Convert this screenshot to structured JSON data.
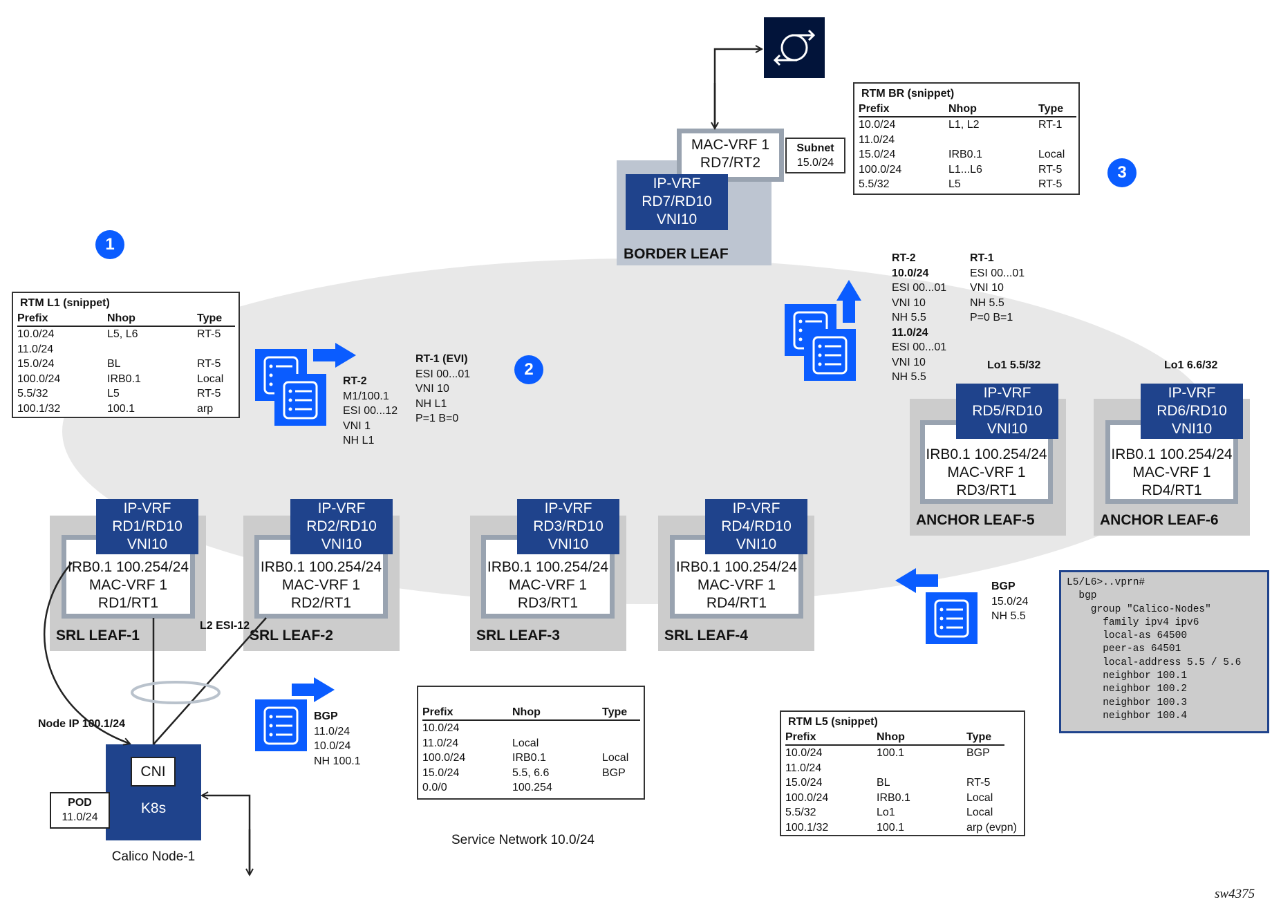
{
  "border_leaf": {
    "label": "BORDER LEAF",
    "mac_vrf": [
      "MAC-VRF 1",
      "RD7/RT2"
    ],
    "ip_vrf": [
      "IP-VRF",
      "RD7/RD10",
      "VNI10"
    ],
    "subnet_title": "Subnet",
    "subnet_value": "15.0/24"
  },
  "gateway_icon": "router-sync-icon",
  "badges": [
    "1",
    "2",
    "3"
  ],
  "srl_leaves": [
    {
      "label": "SRL LEAF-1",
      "ip_vrf": [
        "IP-VRF",
        "RD1/RD10",
        "VNI10"
      ],
      "inner": [
        "IRB0.1 100.254/24",
        "MAC-VRF 1",
        "RD1/RT1"
      ]
    },
    {
      "label": "SRL LEAF-2",
      "ip_vrf": [
        "IP-VRF",
        "RD2/RD10",
        "VNI10"
      ],
      "inner": [
        "IRB0.1 100.254/24",
        "MAC-VRF 1",
        "RD2/RT1"
      ]
    },
    {
      "label": "SRL LEAF-3",
      "ip_vrf": [
        "IP-VRF",
        "RD3/RD10",
        "VNI10"
      ],
      "inner": [
        "IRB0.1 100.254/24",
        "MAC-VRF 1",
        "RD3/RT1"
      ]
    },
    {
      "label": "SRL LEAF-4",
      "ip_vrf": [
        "IP-VRF",
        "RD4/RD10",
        "VNI10"
      ],
      "inner": [
        "IRB0.1 100.254/24",
        "MAC-VRF 1",
        "RD4/RT1"
      ]
    }
  ],
  "anchor_leaves": [
    {
      "label": "ANCHOR LEAF-5",
      "loopback": "Lo1 5.5/32",
      "ip_vrf": [
        "IP-VRF",
        "RD5/RD10",
        "VNI10"
      ],
      "inner": [
        "IRB0.1 100.254/24",
        "MAC-VRF 1",
        "RD3/RT1"
      ]
    },
    {
      "label": "ANCHOR LEAF-6",
      "loopback": "Lo1 6.6/32",
      "ip_vrf": [
        "IP-VRF",
        "RD6/RD10",
        "VNI10"
      ],
      "inner": [
        "IRB0.1 100.254/24",
        "MAC-VRF 1",
        "RD4/RT1"
      ]
    }
  ],
  "tables": {
    "rtm_br": {
      "title": "RTM BR (snippet)",
      "headers": [
        "Prefix",
        "Nhop",
        "Type"
      ],
      "rows": [
        [
          "10.0/24",
          "L1, L2",
          "RT-1"
        ],
        [
          "11.0/24",
          "",
          ""
        ],
        [
          "15.0/24",
          "IRB0.1",
          "Local"
        ],
        [
          "100.0/24",
          "L1...L6",
          "RT-5"
        ],
        [
          "5.5/32",
          "L5",
          "RT-5"
        ]
      ]
    },
    "rtm_l1": {
      "title": "RTM L1 (snippet)",
      "headers": [
        "Prefix",
        "Nhop",
        "Type"
      ],
      "rows": [
        [
          "10.0/24",
          "L5, L6",
          "RT-5"
        ],
        [
          "11.0/24",
          "",
          ""
        ],
        [
          "15.0/24",
          "BL",
          "RT-5"
        ],
        [
          "100.0/24",
          "IRB0.1",
          "Local"
        ],
        [
          "5.5/32",
          "L5",
          "RT-5"
        ],
        [
          "100.1/32",
          "100.1",
          "arp"
        ]
      ]
    },
    "rtm_l5": {
      "title": "RTM L5 (snippet)",
      "headers": [
        "Prefix",
        "Nhop",
        "Type"
      ],
      "rows": [
        [
          "10.0/24",
          "100.1",
          "BGP"
        ],
        [
          "11.0/24",
          "",
          ""
        ],
        [
          "15.0/24",
          "BL",
          "RT-5"
        ],
        [
          "100.0/24",
          "IRB0.1",
          "Local"
        ],
        [
          "5.5/32",
          "Lo1",
          "Local"
        ],
        [
          "100.1/32",
          "100.1",
          "arp (evpn)"
        ]
      ]
    },
    "node_rt": {
      "title": "",
      "headers": [
        "Prefix",
        "Nhop",
        "Type"
      ],
      "rows": [
        [
          "10.0/24",
          "",
          ""
        ],
        [
          "11.0/24",
          "Local",
          ""
        ],
        [
          "100.0/24",
          "IRB0.1",
          "Local"
        ],
        [
          "15.0/24",
          "5.5, 6.6",
          "BGP"
        ],
        [
          "0.0/0",
          "100.254",
          ""
        ]
      ]
    }
  },
  "routes": {
    "l1_rt2": {
      "title": "RT-2",
      "lines": [
        "M1/100.1",
        "ESI 00...12",
        "VNI 1",
        "NH L1"
      ]
    },
    "l1_rt1": {
      "title": "RT-1 (EVI)",
      "lines": [
        "ESI 00...01",
        "VNI 10",
        "NH L1",
        "P=1 B=0"
      ]
    },
    "al_rt2": {
      "title": "RT-2",
      "groups": [
        {
          "prefix": "10.0/24",
          "lines": [
            "ESI 00...01",
            "VNI 10",
            "NH 5.5"
          ]
        },
        {
          "prefix": "11.0/24",
          "lines": [
            "ESI 00...01",
            "VNI 10",
            "NH 5.5"
          ]
        }
      ]
    },
    "al_rt1": {
      "title": "RT-1",
      "lines": [
        "ESI 00...01",
        "VNI 10",
        "NH 5.5",
        "P=0 B=1"
      ]
    },
    "bgp_anchor": {
      "title": "BGP",
      "lines": [
        "15.0/24",
        "NH 5.5"
      ]
    },
    "bgp_node": {
      "title": "BGP",
      "lines": [
        "11.0/24",
        "10.0/24",
        "NH 100.1"
      ]
    }
  },
  "config": [
    "L5/L6>..vprn#",
    "  bgp",
    "    group \"Calico-Nodes\"",
    "      family ipv4 ipv6",
    "      local-as 64500",
    "      peer-as 64501",
    "      local-address 5.5 / 5.6",
    "      neighbor 100.1",
    "      neighbor 100.2",
    "      neighbor 100.3",
    "      neighbor 100.4"
  ],
  "node": {
    "cni": "CNI",
    "k8s": "K8s",
    "pod_title": "POD",
    "pod_value": "11.0/24",
    "name": "Calico Node-1",
    "node_ip": "Node IP 100.1/24",
    "l2_esi": "L2 ESI-12"
  },
  "service_network": "Service Network 10.0/24",
  "figure_id": "sw4375",
  "colors": {
    "dark_blue": "#1f438c",
    "bright_blue": "#0a5cff",
    "navy": "#02143a",
    "leaf_gray": "#cccccc",
    "ellipse": "#e8e8e8"
  }
}
